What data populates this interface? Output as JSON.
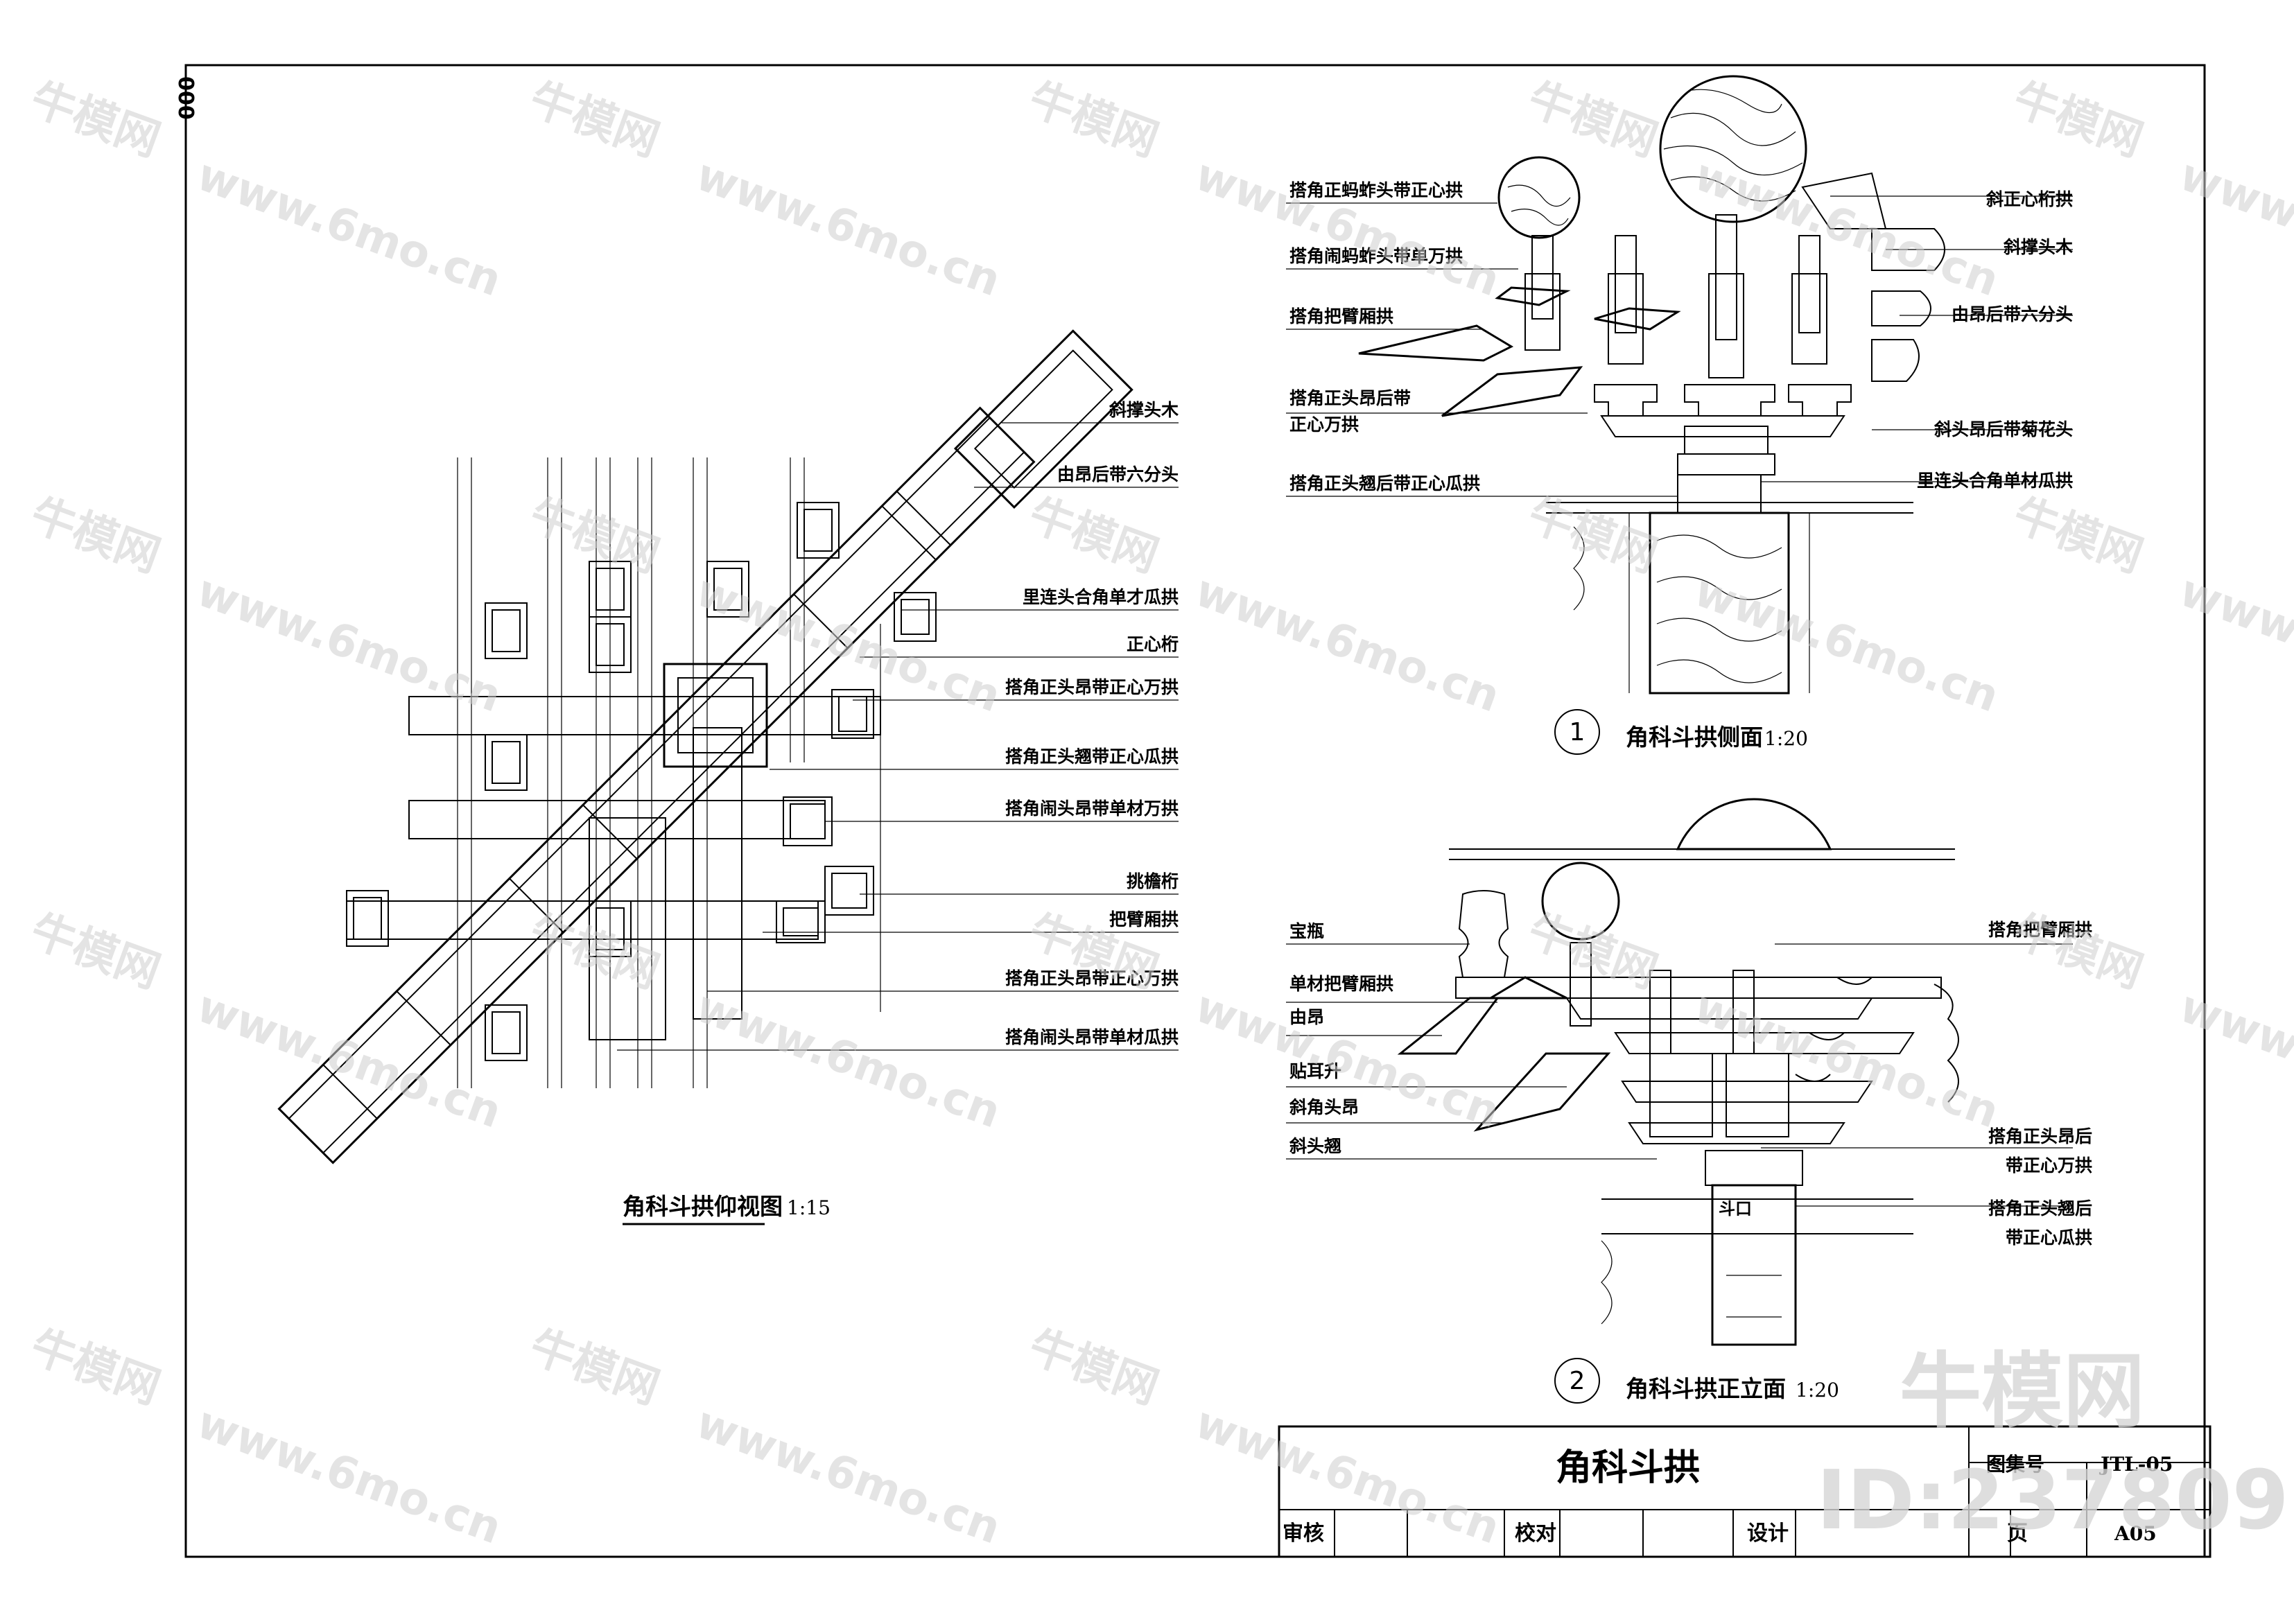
{
  "sheet_mark": "000",
  "plan": {
    "title": "角科斗拱仰视图",
    "scale": "1:15",
    "labels": [
      "斜撑头木",
      "由昂后带六分头",
      "里连头合角单才瓜拱",
      "正心桁",
      "搭角正头昂带正心万拱",
      "搭角正头翘带正心瓜拱",
      "搭角闹头昂带单材万拱",
      "挑檐桁",
      "把臂厢拱",
      "搭角正头昂带正心万拱",
      "搭角闹头昂带单材瓜拱"
    ]
  },
  "side": {
    "number": "1",
    "title": "角科斗拱侧面",
    "scale": "1:20",
    "left_labels": [
      "搭角正蚂蚱头带正心拱",
      "搭角闹蚂蚱头带单万拱",
      "搭角把臂厢拱",
      "搭角正头昂后带",
      "正心万拱",
      "搭角正头翘后带正心瓜拱"
    ],
    "right_labels": [
      "斜正心桁拱",
      "斜撑头木",
      "由昂后带六分头",
      "斜头昂后带菊花头",
      "里连头合角单材瓜拱"
    ]
  },
  "front": {
    "number": "2",
    "title": "角科斗拱正立面",
    "scale": "1:20",
    "left_labels": [
      "宝瓶",
      "单材把臂厢拱",
      "由昂",
      "贴耳升",
      "斜角头昂",
      "斜头翘"
    ],
    "right_labels": [
      "搭角把臂厢拱",
      "搭角正头昂后",
      "带正心万拱",
      "搭角正头翘后",
      "带正心瓜拱"
    ],
    "center_label": "斗口"
  },
  "title_block": {
    "drawing_title": "角科斗拱",
    "atlas_label": "图集号",
    "atlas_no": "JTL-05",
    "review": "审核",
    "check": "校对",
    "design": "设计",
    "page_label": "页",
    "page_no": "A05"
  },
  "watermark": {
    "brand": "牛模网",
    "site": "www.6mo.cn",
    "id": "ID:237809"
  }
}
